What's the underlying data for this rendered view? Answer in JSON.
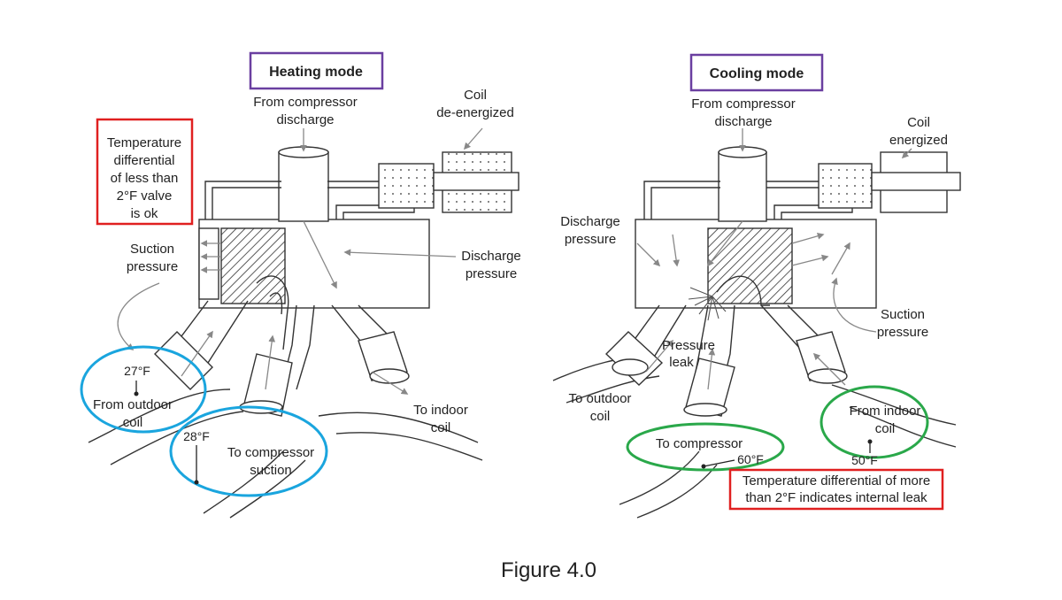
{
  "heating": {
    "mode_label": "Heating mode",
    "from_compressor": [
      "From compressor",
      "discharge"
    ],
    "coil_state": [
      "Coil",
      "de-energized"
    ],
    "note": [
      "Temperature",
      "differential",
      "of less than",
      "2°F valve",
      "is ok"
    ],
    "suction_pressure": [
      "Suction",
      "pressure"
    ],
    "discharge_pressure": [
      "Discharge",
      "pressure"
    ],
    "temp_outdoor": "27°F",
    "from_outdoor": [
      "From outdoor",
      "coil"
    ],
    "temp_suction": "28°F",
    "to_compressor": [
      "To compressor",
      "suction"
    ],
    "to_indoor": [
      "To indoor",
      "coil"
    ]
  },
  "cooling": {
    "mode_label": "Cooling mode",
    "from_compressor": [
      "From compressor",
      "discharge"
    ],
    "coil_state": [
      "Coil",
      "energized"
    ],
    "discharge_pressure": [
      "Discharge",
      "pressure"
    ],
    "suction_pressure": [
      "Suction",
      "pressure"
    ],
    "pressure_leak": [
      "Pressure",
      "leak"
    ],
    "to_outdoor": [
      "To outdoor",
      "coil"
    ],
    "to_compressor": "To compressor",
    "temp_compressor": "60°F",
    "from_indoor": [
      "From indoor",
      "coil"
    ],
    "temp_indoor": "50°F",
    "note": [
      "Temperature differential of more",
      "than 2°F indicates internal leak"
    ]
  },
  "caption": "Figure 4.0",
  "colors": {
    "mode_box": "#6a3fa0",
    "note_box": "#e02020",
    "heating_circle": "#1aa5de",
    "cooling_circle": "#2aa84a",
    "line": "#333333",
    "arrow": "#888888"
  }
}
